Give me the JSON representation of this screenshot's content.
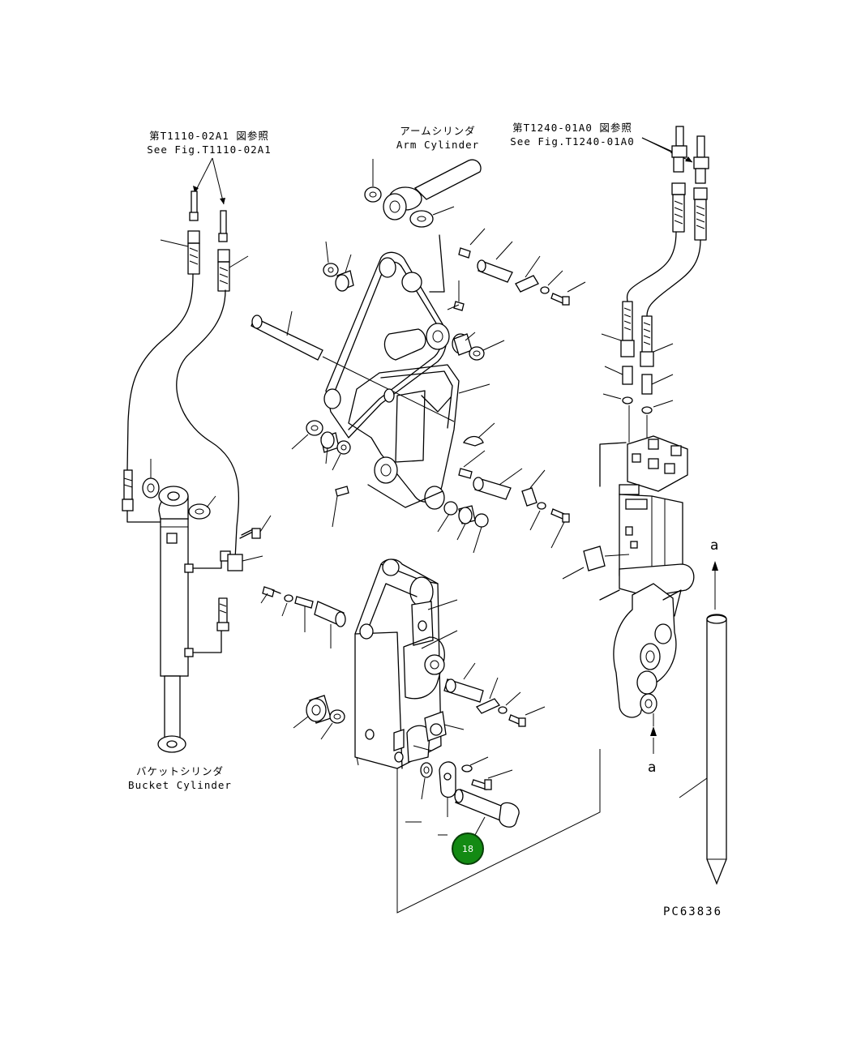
{
  "references": {
    "bucket_hose_ref_jp": "第T1110-02A1 図参照",
    "bucket_hose_ref_en": "See Fig.T1110-02A1",
    "breaker_hose_ref_jp": "第T1240-01A0 図参照",
    "breaker_hose_ref_en": "See Fig.T1240-01A0"
  },
  "components": {
    "arm_cylinder_jp": "アームシリンダ",
    "arm_cylinder_en": "Arm Cylinder",
    "bucket_cylinder_jp": "バケットシリンダ",
    "bucket_cylinder_en": "Bucket Cylinder"
  },
  "markers": {
    "section_top": "a",
    "section_bottom": "a"
  },
  "callout": {
    "number": "18",
    "color": "#138a13"
  },
  "drawing_code": "PC63836",
  "icons": [
    "arrow-up-icon",
    "arrow-down-icon",
    "callout-marker-icon"
  ]
}
